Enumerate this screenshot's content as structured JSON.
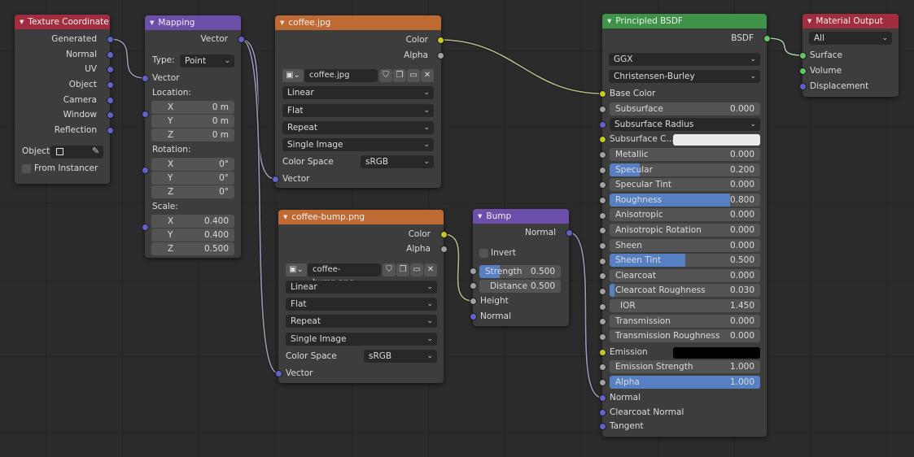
{
  "colors": {
    "socket_color": "#c7c729",
    "socket_vector": "#6363c7",
    "socket_float": "#a1a1a1",
    "socket_shader": "#63c763",
    "header_input": "#a22d3e",
    "header_vector": "#6b4fab",
    "header_texture": "#c06a33",
    "header_shader": "#3e9348",
    "slider_fill": "#5680c2",
    "subsurface_color": "#ebebeb",
    "emission_color": "#000000"
  },
  "texcoord": {
    "title": "Texture Coordinate",
    "outputs": [
      "Generated",
      "Normal",
      "UV",
      "Object",
      "Camera",
      "Window",
      "Reflection"
    ],
    "object_label": "Object:",
    "object_icon": "cube-icon",
    "eyedropper_icon": "eyedropper-icon",
    "from_instancer": "From Instancer",
    "from_instancer_checked": false
  },
  "mapping": {
    "title": "Mapping",
    "output": "Vector",
    "type_label": "Type:",
    "type_value": "Point",
    "input_vector": "Vector",
    "location_label": "Location:",
    "location": [
      {
        "axis": "X",
        "value": "0 m"
      },
      {
        "axis": "Y",
        "value": "0 m"
      },
      {
        "axis": "Z",
        "value": "0 m"
      }
    ],
    "rotation_label": "Rotation:",
    "rotation": [
      {
        "axis": "X",
        "value": "0°"
      },
      {
        "axis": "Y",
        "value": "0°"
      },
      {
        "axis": "Z",
        "value": "0°"
      }
    ],
    "scale_label": "Scale:",
    "scale": [
      {
        "axis": "X",
        "value": "0.400"
      },
      {
        "axis": "Y",
        "value": "0.400"
      },
      {
        "axis": "Z",
        "value": "0.500"
      }
    ]
  },
  "coffee": {
    "title": "coffee.jpg",
    "out_color": "Color",
    "out_alpha": "Alpha",
    "image_name": "coffee.jpg",
    "interpolation": "Linear",
    "projection": "Flat",
    "extension": "Repeat",
    "source": "Single Image",
    "colorspace_label": "Color Space",
    "colorspace": "sRGB",
    "input_vector": "Vector"
  },
  "bumpimg": {
    "title": "coffee-bump.png",
    "out_color": "Color",
    "out_alpha": "Alpha",
    "image_name": "coffee-bump.png",
    "interpolation": "Linear",
    "projection": "Flat",
    "extension": "Repeat",
    "source": "Single Image",
    "colorspace_label": "Color Space",
    "colorspace": "sRGB",
    "input_vector": "Vector"
  },
  "bump": {
    "title": "Bump",
    "output": "Normal",
    "invert": "Invert",
    "invert_checked": false,
    "strength_label": "Strength",
    "strength": "0.500",
    "strength_fraction": 0.5,
    "distance_label": "Distance",
    "distance": "0.500",
    "height": "Height",
    "normal": "Normal"
  },
  "bsdf": {
    "title": "Principled BSDF",
    "output": "BSDF",
    "distribution": "GGX",
    "subsurface_method": "Christensen-Burley",
    "base_color": "Base Color",
    "subsurface_radius": "Subsurface Radius",
    "subsurface_color": "Subsurface C...",
    "emission": "Emission",
    "normal": "Normal",
    "clearcoat_normal": "Clearcoat Normal",
    "tangent": "Tangent",
    "sliders_a": [
      {
        "label": "Subsurface",
        "value": "0.000",
        "fraction": 0
      }
    ],
    "sliders_b": [
      {
        "label": "Metallic",
        "value": "0.000",
        "fraction": 0
      },
      {
        "label": "Specular",
        "value": "0.200",
        "fraction": 0.2
      },
      {
        "label": "Specular Tint",
        "value": "0.000",
        "fraction": 0
      },
      {
        "label": "Roughness",
        "value": "0.800",
        "fraction": 0.8
      },
      {
        "label": "Anisotropic",
        "value": "0.000",
        "fraction": 0
      },
      {
        "label": "Anisotropic Rotation",
        "value": "0.000",
        "fraction": 0
      },
      {
        "label": "Sheen",
        "value": "0.000",
        "fraction": 0
      },
      {
        "label": "Sheen Tint",
        "value": "0.500",
        "fraction": 0.5
      },
      {
        "label": "Clearcoat",
        "value": "0.000",
        "fraction": 0
      },
      {
        "label": "Clearcoat Roughness",
        "value": "0.030",
        "fraction": 0.03
      },
      {
        "label": "IOR",
        "value": "1.450",
        "fraction": 0
      },
      {
        "label": "Transmission",
        "value": "0.000",
        "fraction": 0
      },
      {
        "label": "Transmission Roughness",
        "value": "0.000",
        "fraction": 0
      }
    ],
    "emission_strength": {
      "label": "Emission Strength",
      "value": "1.000",
      "fraction": 0
    },
    "alpha": {
      "label": "Alpha",
      "value": "1.000",
      "fraction": 1
    }
  },
  "output": {
    "title": "Material Output",
    "target": "All",
    "surface": "Surface",
    "volume": "Volume",
    "displacement": "Displacement"
  }
}
